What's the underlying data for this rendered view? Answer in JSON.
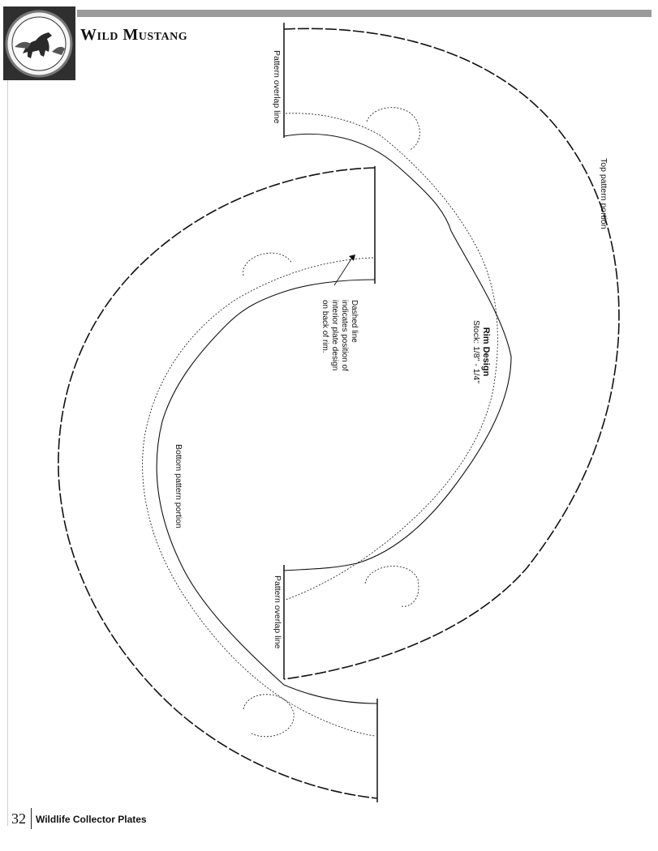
{
  "header": {
    "title": "Wild Mustang"
  },
  "labels": {
    "overlap_top": "Pattern overlap line",
    "overlap_bottom": "Pattern overlap line",
    "top_portion": "Top pattern portion",
    "bottom_portion": "Bottom pattern portion",
    "rim_title": "Rim Design",
    "rim_stock": "Stock: 1/8\" - 1/4\"",
    "dashed_note": [
      "Dashed line",
      "indicates position of",
      "interior plate design",
      "on back of rim."
    ]
  },
  "footer": {
    "page_number": "32",
    "book_title": "Wildlife Collector Plates"
  },
  "icons": {
    "logo": "horse-medallion-icon"
  }
}
